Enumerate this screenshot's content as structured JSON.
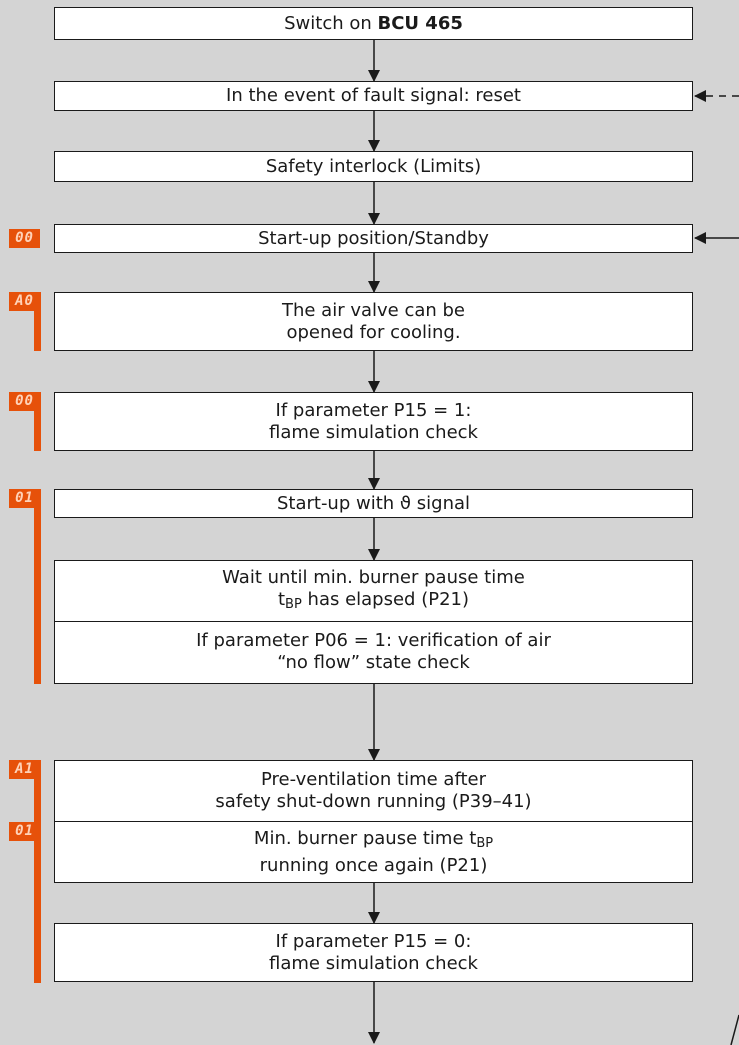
{
  "steps": {
    "switch_on": {
      "prefix": "Switch on ",
      "device": "BCU 465"
    },
    "fault_reset": "In the event of fault signal: reset",
    "interlock": "Safety interlock (Limits)",
    "startup_standby": "Start-up position/Standby",
    "air_valve": {
      "line1": "The air valve can be",
      "line2": "opened for cooling."
    },
    "p15_one": {
      "line1": "If parameter P15 = 1:",
      "line2": "flame simulation check"
    },
    "startup_signal": {
      "prefix": "Start-up with ",
      "symbol": "ϑ",
      "suffix": " signal"
    },
    "pause_wait": {
      "line1": "Wait until min. burner pause time",
      "line2_t": "t",
      "line2_sub": "BP",
      "line2_rest": " has elapsed (P21)",
      "line3": "If parameter P06 = 1: verification of air",
      "line4": "“no flow” state check"
    },
    "preventilation": {
      "line1": "Pre-ventilation time after",
      "line2": "safety shut-down running (P39–41)",
      "line3_text": "Min. burner pause time t",
      "line3_sub": "BP",
      "line4": "running once again (P21)"
    },
    "p15_zero": {
      "line1": "If parameter P15 = 0:",
      "line2": "flame simulation check"
    }
  },
  "display_codes": {
    "standby": "00",
    "air_valve": "A0",
    "flame_check": "00",
    "startup": "01",
    "preventilation": "A1",
    "pause": "01"
  },
  "colors": {
    "badge": "#e6510a",
    "background": "#d4d4d4"
  }
}
